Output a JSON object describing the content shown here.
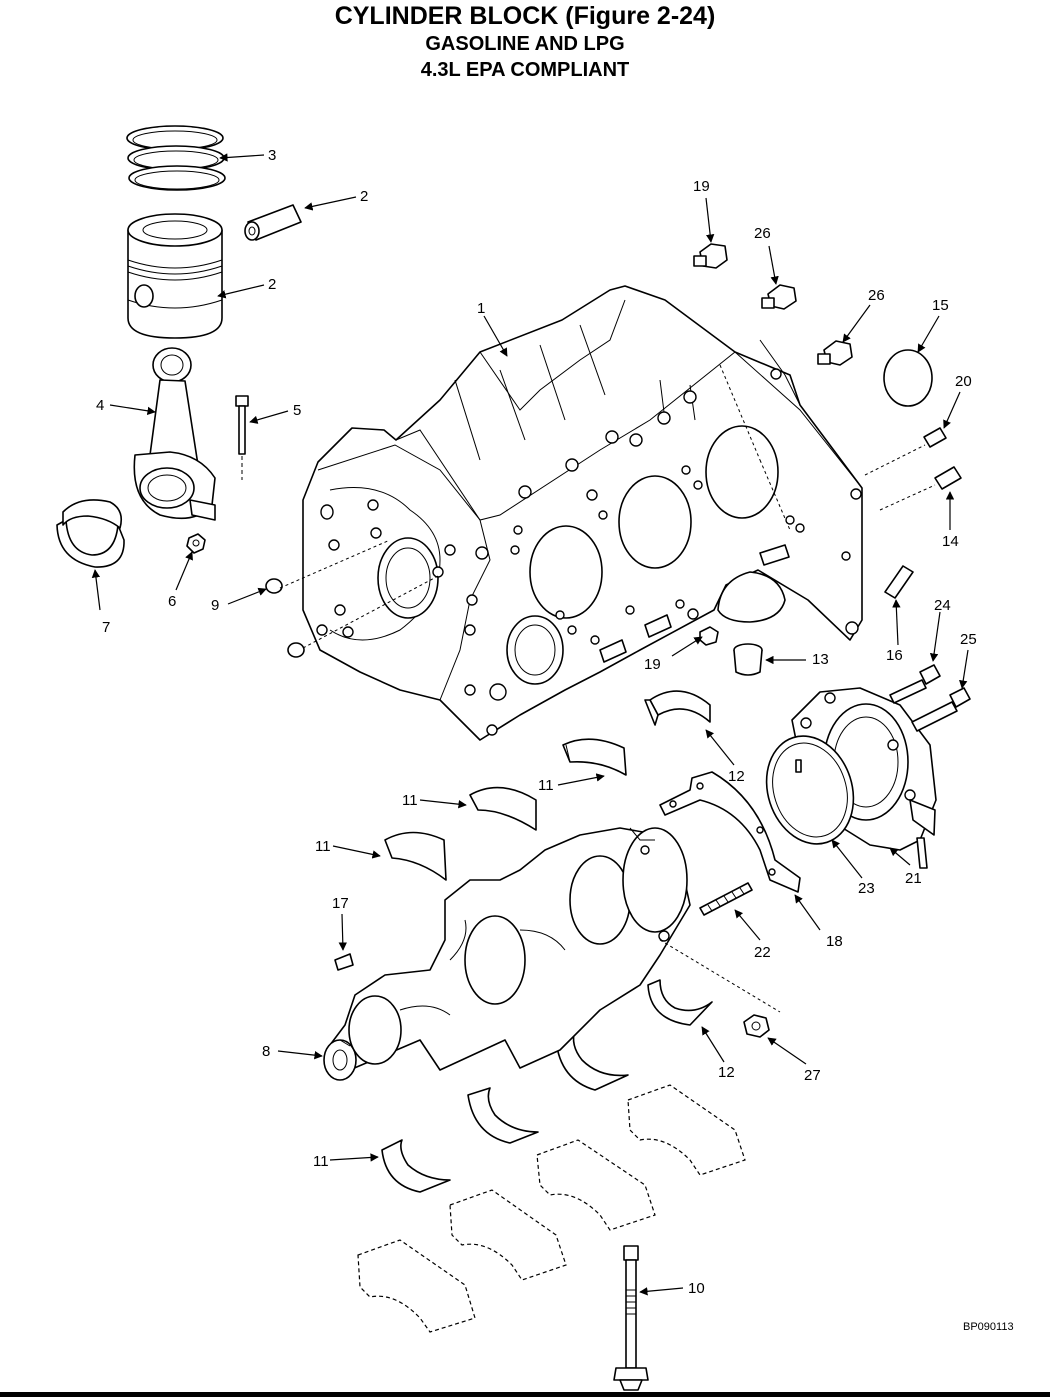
{
  "header": {
    "title": "CYLINDER BLOCK (Figure 2-24)",
    "subtitle": "GASOLINE AND LPG",
    "subtitle2": "4.3L EPA COMPLIANT"
  },
  "figure_code": "BP090113",
  "callouts": [
    "1",
    "2",
    "3",
    "4",
    "5",
    "6",
    "7",
    "8",
    "9",
    "10",
    "11",
    "12",
    "13",
    "14",
    "15",
    "16",
    "17",
    "18",
    "19",
    "20",
    "21",
    "22",
    "23",
    "24",
    "25",
    "26",
    "27"
  ]
}
